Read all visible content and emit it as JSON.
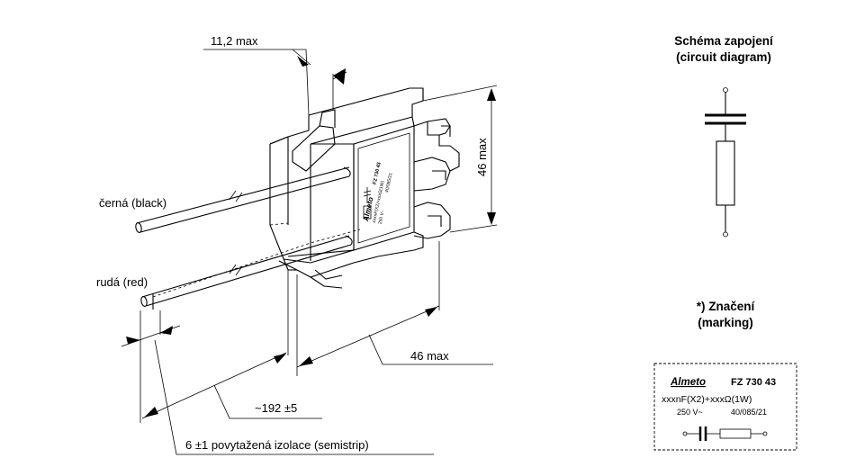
{
  "dimensions": {
    "top_width": "11,2 max",
    "height": "46 max",
    "depth": "46 max",
    "lead_length": "~192 ±5",
    "semistrip": "6 ±1 povytažená izolace (semistrip)"
  },
  "wires": {
    "black": "černá (black)",
    "red": "rudá (red)"
  },
  "schematic": {
    "title_line1": "Schéma zapojení",
    "title_line2": "(circuit diagram)"
  },
  "marking": {
    "title_line1": "*) Značení",
    "title_line2": "(marking)",
    "brand": "Almeto",
    "part_number": "FZ 730 43",
    "spec": "xxxnF(X2)+xxxΩ(1W)",
    "voltage": "250 V~",
    "climatic": "40/085/21"
  },
  "component_label": {
    "brand": "Almeto",
    "part_number": "FZ 730 43",
    "spec": "xxxnF(X2)+xxxΩ(1W)",
    "voltage": "250 V~",
    "climatic": "40/085/21"
  }
}
